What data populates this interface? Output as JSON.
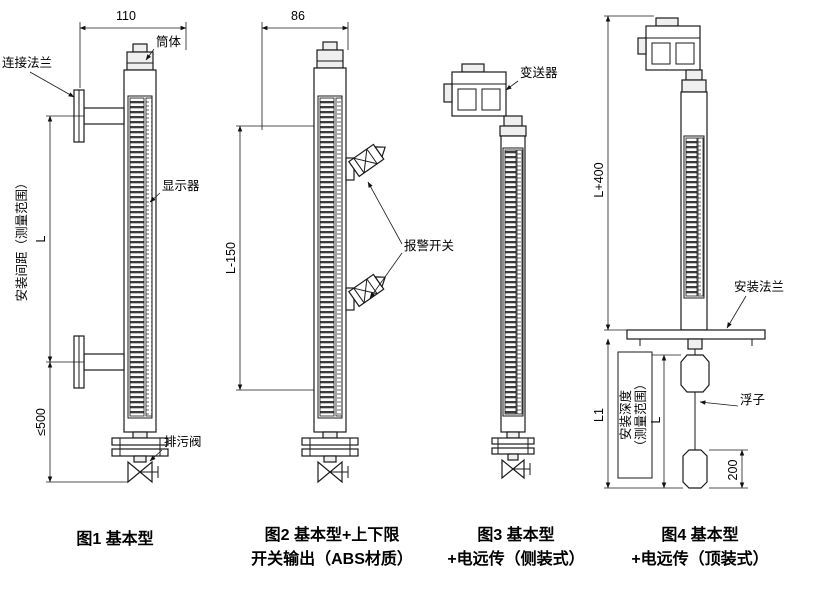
{
  "fig1": {
    "dim_top": "110",
    "label_tube": "筒体",
    "label_flange": "连接法兰",
    "label_display": "显示器",
    "dim_range_text": "安装间距（测量范围）",
    "dim_L": "L",
    "dim_max": "≤500",
    "label_drain": "排污阀",
    "caption": "图1 基本型"
  },
  "fig2": {
    "dim_top": "86",
    "dim_span": "L-150",
    "label_alarm": "报警开关",
    "caption1": "图2 基本型+上下限",
    "caption2": "开关输出（ABS材质）"
  },
  "fig3": {
    "label_transmitter": "变送器",
    "caption1": "图3 基本型",
    "caption2": "+电远传（侧装式）"
  },
  "fig4": {
    "dim_total": "L+400",
    "label_mount_flange": "安装法兰",
    "label_float": "浮子",
    "dim_L1": "L1",
    "dim_depth": "安装深度",
    "dim_range": "（测量范围）",
    "dim_L": "L",
    "dim_bottom": "200",
    "caption1": "图4 基本型",
    "caption2": "+电远传（顶装式）"
  }
}
